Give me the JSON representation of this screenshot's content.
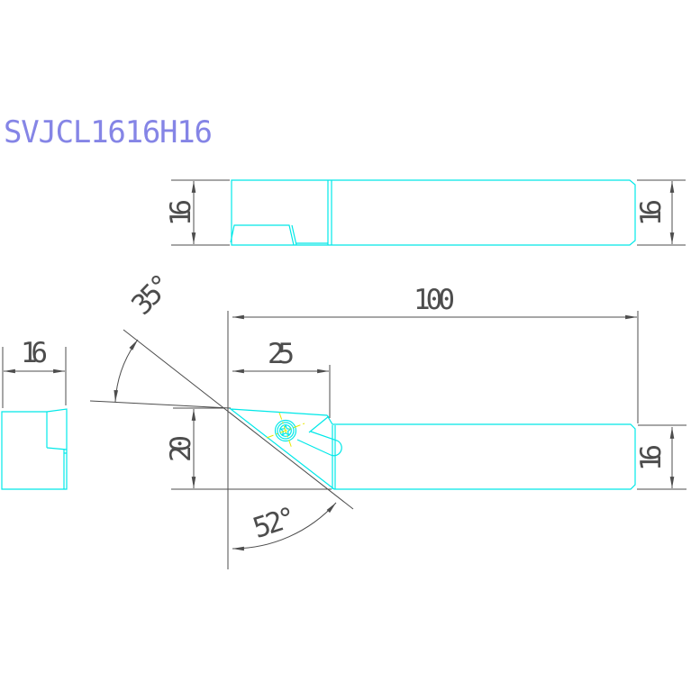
{
  "title": "SVJCL1616H16",
  "colors": {
    "background": "#ffffff",
    "geometry": "#00e8e8",
    "dimension": "#4d4d4d",
    "centerline": "#e8e800",
    "title_color": "#8585e6"
  },
  "views": {
    "top": {
      "label": "top-view-of-tool-shank",
      "dim_left_height": "16",
      "dim_right_height": "16"
    },
    "front": {
      "label": "front-view-of-tool-with-insert",
      "dim_overall_length": "100",
      "dim_head_length": "25",
      "dim_head_height": "20",
      "dim_shank_height": "16",
      "angle_insert_point": "35°",
      "angle_lead": "52°"
    },
    "end": {
      "label": "end-view-of-tool",
      "dim_width": "16"
    }
  }
}
